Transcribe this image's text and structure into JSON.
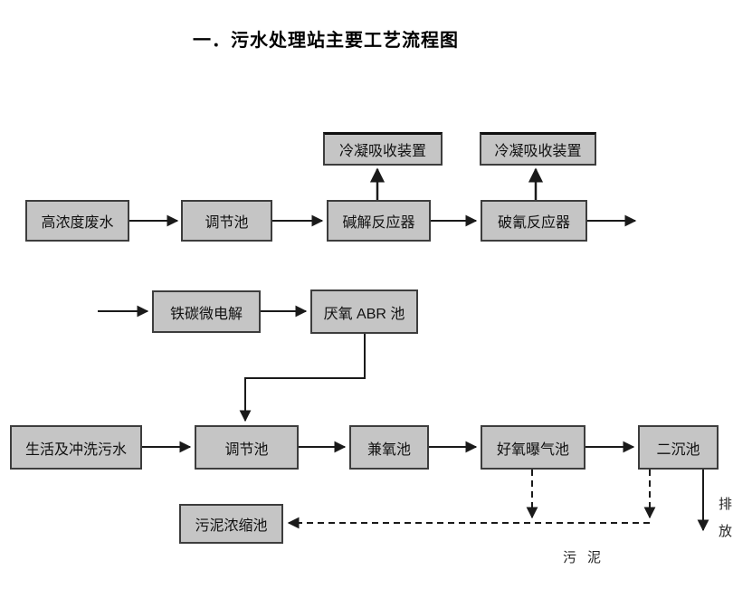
{
  "title": "一．污水处理站主要工艺流程图",
  "nodes": {
    "high_conc_wastewater": "高浓度废水",
    "regulating_tank_top": "调节池",
    "alkaline_reactor": "碱解反应器",
    "cyanide_reactor": "破氰反应器",
    "condenser_left": "冷凝吸收装置",
    "condenser_right": "冷凝吸收装置",
    "iron_carbon_electrolysis": "铁碳微电解",
    "anaerobic_abr_tank": "厌氧 ABR 池",
    "domestic_flushing_sewage": "生活及冲洗污水",
    "regulating_tank_bottom": "调节池",
    "facultative_tank": "兼氧池",
    "aerobic_aeration_tank": "好氧曝气池",
    "secondary_sedimentation_tank": "二沉池",
    "sludge_thickening_tank": "污泥浓缩池"
  },
  "labels": {
    "discharge": "排放",
    "sludge": "污泥"
  },
  "colors": {
    "box_fill": "#c5c5c5",
    "box_border": "#3d3d3d",
    "line": "#1a1a1a",
    "background": "#ffffff"
  }
}
